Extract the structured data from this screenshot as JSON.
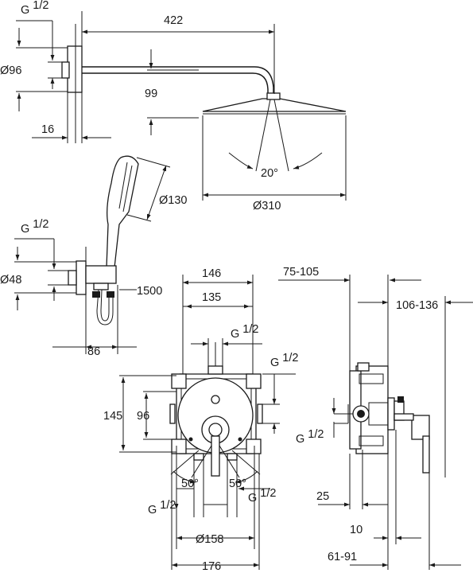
{
  "labels": {
    "arm_length": "422",
    "thread_top_main": "G",
    "thread_top_frac": "1/2",
    "flange_dia": "Ø96",
    "drop": "99",
    "wall_gap": "16",
    "tilt_angle": "20°",
    "head_dia": "Ø310",
    "hand_dia": "Ø130",
    "thread_hand_main": "G",
    "thread_hand_frac": "1/2",
    "elbow_dia": "Ø48",
    "hose_len": "1500",
    "elbow_depth": "86",
    "box_width_146": "146",
    "box_width_135": "135",
    "thread_box_top_main": "G",
    "thread_box_top_frac": "1/2",
    "thread_box_right_main": "G",
    "thread_box_right_frac": "1/2",
    "height_145": "145",
    "height_96": "96",
    "angle_left": "50°",
    "angle_right": "50°",
    "thread_box_bl_main": "G",
    "thread_box_bl_frac": "1/2",
    "thread_box_br_main": "G",
    "thread_box_br_frac": "1/2",
    "rosette_dia": "Ø158",
    "box_width_176": "176",
    "depth_range_1": "75-105",
    "depth_range_2": "106-136",
    "thread_side_main": "G",
    "thread_side_frac": "1/2",
    "depth_25": "25",
    "depth_10": "10",
    "depth_range_3": "61-91"
  },
  "icons": [
    "shower-head",
    "shower-arm",
    "hand-shower",
    "wall-elbow",
    "mixer-box",
    "mixer-lever",
    "side-section"
  ]
}
